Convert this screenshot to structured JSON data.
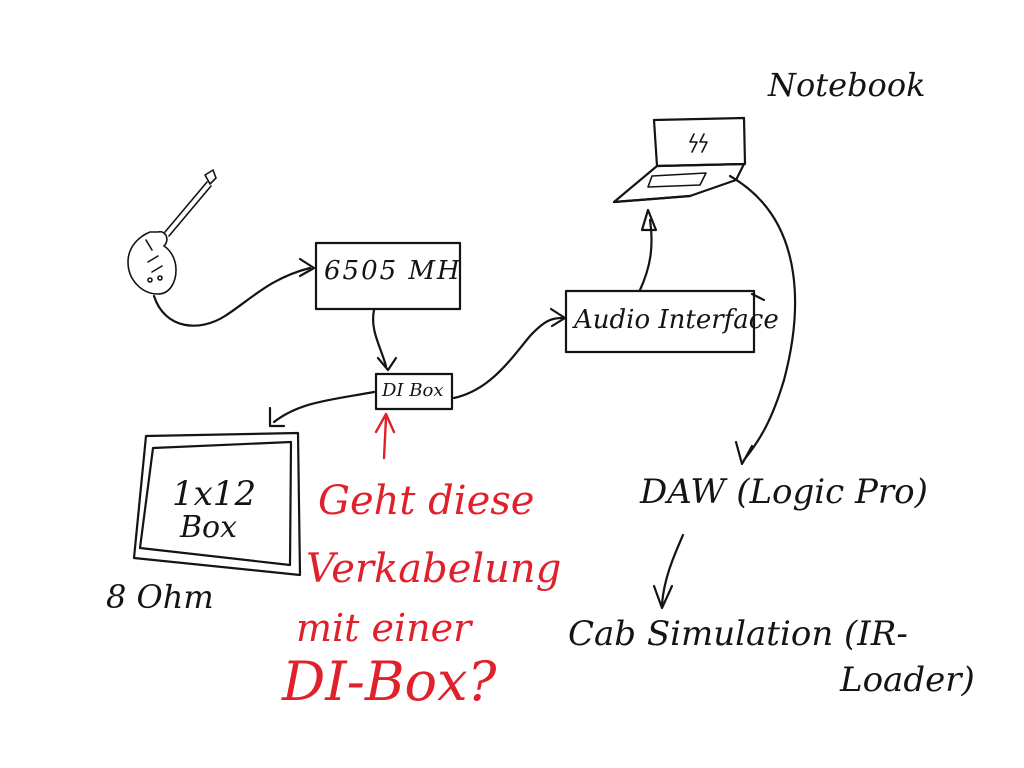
{
  "nodes": {
    "guitar": {
      "icon": "electric-guitar-icon"
    },
    "amp_head": {
      "label": "6505 MH"
    },
    "di_box": {
      "label": "DI Box"
    },
    "cabinet": {
      "label_line1": "1x12",
      "label_line2": "Box",
      "impedance": "8 Ohm"
    },
    "audio_interface": {
      "label": "Audio Interface"
    },
    "notebook": {
      "label": "Notebook",
      "icon": "laptop-icon"
    },
    "daw": {
      "label": "DAW (Logic Pro)"
    },
    "cab_sim": {
      "label_line1": "Cab Simulation (IR-",
      "label_line2": "Loader)"
    }
  },
  "question": {
    "line1": "Geht diese",
    "line2": "Verkabelung",
    "line3": "mit einer",
    "line4": "DI-Box?",
    "color": "#e0202a"
  },
  "edges": [
    {
      "from": "guitar",
      "to": "amp_head"
    },
    {
      "from": "amp_head",
      "to": "di_box"
    },
    {
      "from": "di_box",
      "to": "cabinet"
    },
    {
      "from": "di_box",
      "to": "audio_interface"
    },
    {
      "from": "audio_interface",
      "to": "notebook"
    },
    {
      "from": "notebook",
      "to": "daw"
    },
    {
      "from": "daw",
      "to": "cab_sim"
    }
  ],
  "colors": {
    "ink": "#141414",
    "question": "#e0202a",
    "background": "#ffffff"
  }
}
